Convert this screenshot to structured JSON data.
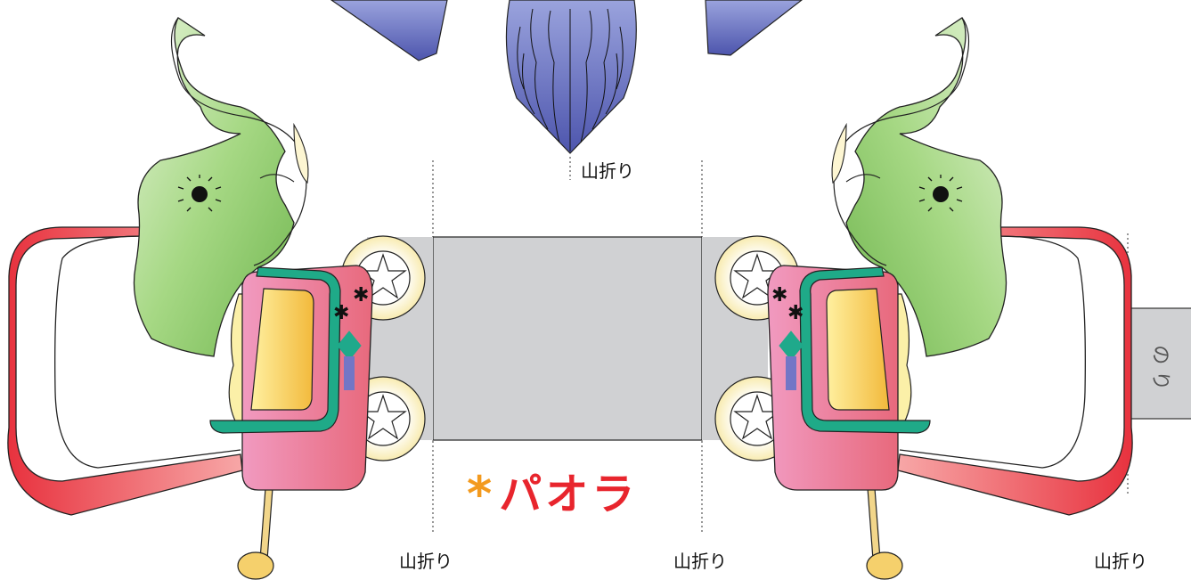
{
  "fold_labels": {
    "top_center": "山折り",
    "bottom_left": "山折り",
    "bottom_center": "山折り",
    "bottom_right": "山折り"
  },
  "brand": {
    "mark": "*",
    "name": "パオラ",
    "mark_color": "#f39a1e",
    "name_color": "#e8252d"
  },
  "glue_tab": {
    "chars": [
      "の",
      "り"
    ]
  },
  "colors": {
    "elephant_green": "#8dc96a",
    "frame_red": "#ee4a55",
    "seat_pink": "#ef7ba3",
    "wheel_cream": "#fbf3c0",
    "panel_gray": "#d0d1d3",
    "crest_blue": "#5b62b5",
    "saddle_teal": "#1faa88",
    "saddle_yellow": "#f5c840"
  }
}
